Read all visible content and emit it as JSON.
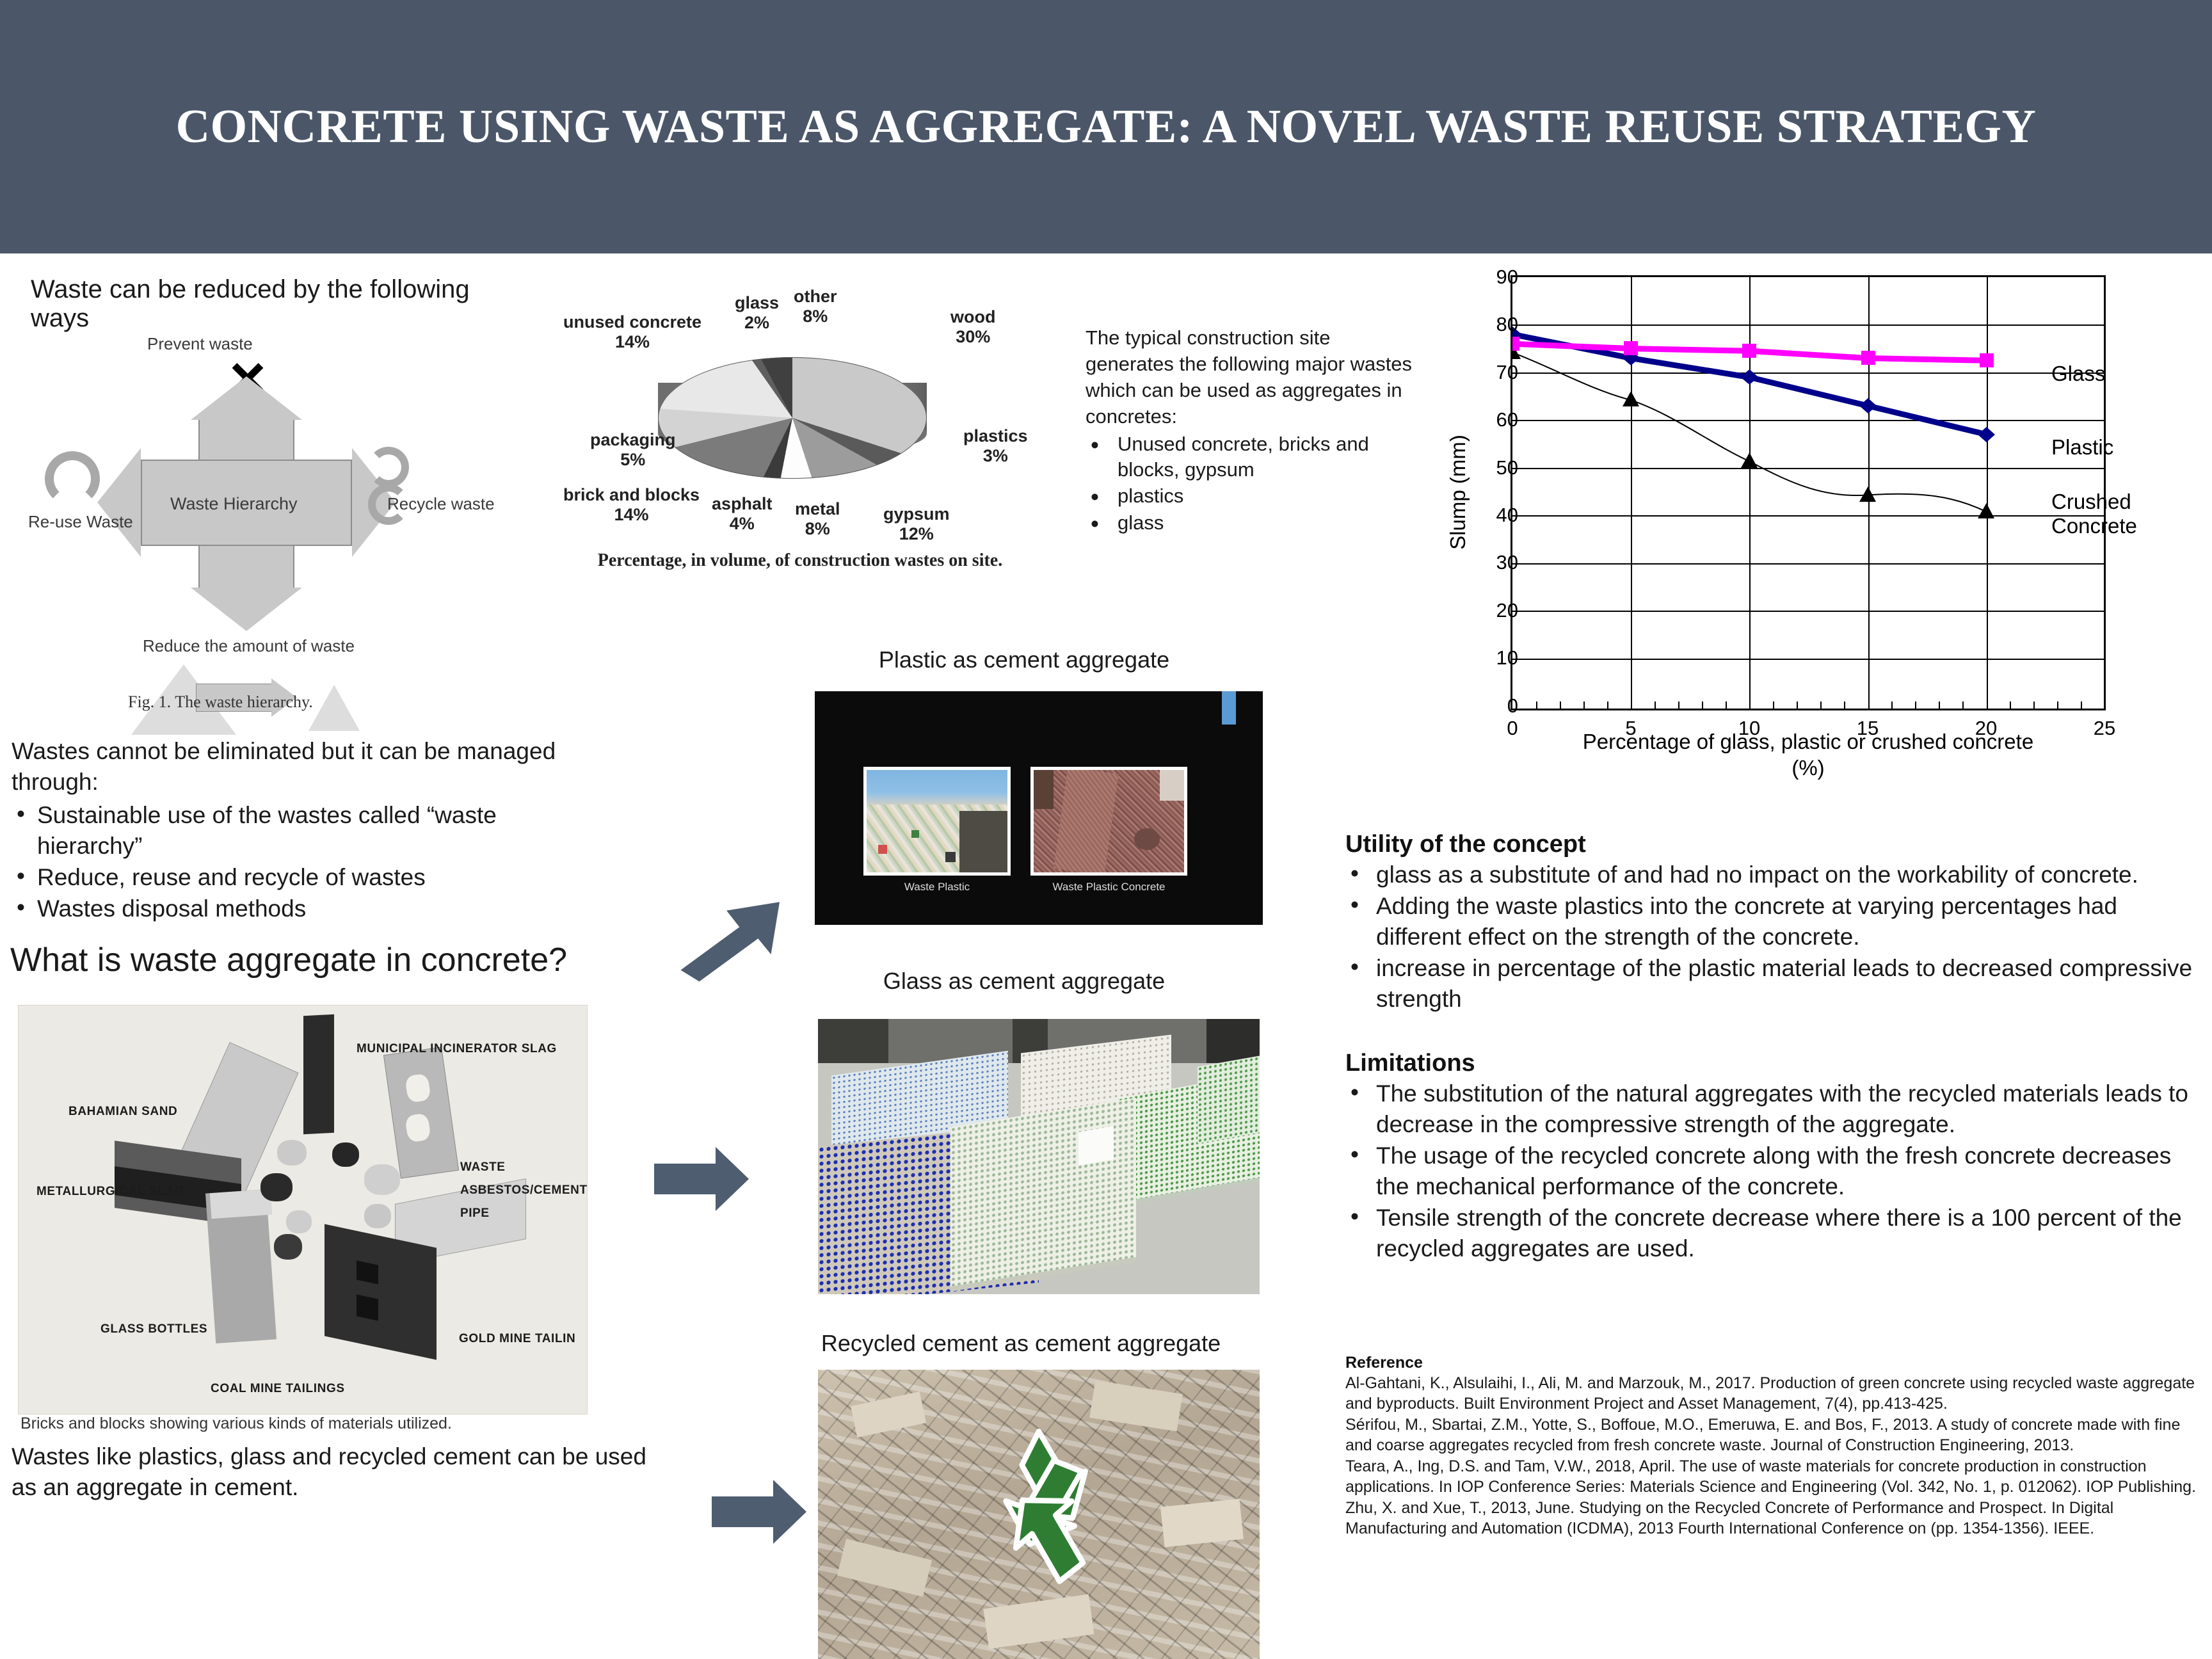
{
  "header": {
    "title": "CONCRETE USING WASTE AS AGGREGATE: A NOVEL WASTE REUSE STRATEGY",
    "bg": "#4b5769"
  },
  "left": {
    "waste_reduce_title": "Waste can be reduced by the following  ways",
    "hierarchy_figure": {
      "center": "Waste  Hierarchy",
      "top": "Prevent waste",
      "left": "Re-use Waste",
      "right": "Recycle waste",
      "bottom": "Reduce the amount of waste",
      "caption": "Fig. 1.  The waste hierarchy."
    },
    "managed_intro": "Wastes cannot be eliminated but it can be managed through:",
    "managed_bullets": [
      "Sustainable use of the wastes called “waste hierarchy”",
      "Reduce, reuse and recycle of wastes",
      "Wastes disposal methods"
    ],
    "question_heading": "What is waste aggregate in concrete?",
    "bricks_figure": {
      "labels": [
        "MUNICIPAL INCINERATOR SLAG",
        "BAHAMIAN SAND",
        "METALLURGICAL SLAG",
        "WASTE",
        "ASBESTOS/CEMENT",
        "PIPE",
        "GLASS BOTTLES",
        "COAL MINE TAILINGS",
        "GOLD MINE TAILIN"
      ],
      "caption": "Bricks and blocks showing various kinds of materials utilized."
    },
    "closing_text": "Wastes like plastics, glass and recycled cement can be used as an aggregate in cement."
  },
  "pie": {
    "caption": "Percentage, in volume, of construction wastes on site."
  },
  "site_text": {
    "intro": "The typical construction site generates the following major wastes which can be used as aggregates in concretes:",
    "bullets": [
      "Unused concrete, bricks and blocks, gypsum",
      "plastics",
      "glass"
    ]
  },
  "center": {
    "plastic_title": "Plastic as cement aggregate",
    "plastic_caption_left": "Waste Plastic",
    "plastic_caption_right": "Waste Plastic Concrete",
    "glass_title": "Glass as cement aggregate",
    "recycled_title": "Recycled cement as cement aggregate"
  },
  "right": {
    "utility_heading": "Utility of the concept",
    "utility_bullets": [
      "glass as a substitute of and had no impact on the workability of concrete.",
      "Adding the waste plastics into the concrete at varying percentages had different effect on the strength of the concrete.",
      "increase in percentage of the plastic material leads to decreased compressive strength"
    ],
    "limitations_heading": "Limitations",
    "limitations_bullets": [
      "The substitution of the natural aggregates with the recycled materials leads to decrease in the compressive strength of the aggregate.",
      "The usage of the recycled concrete along with the fresh concrete decreases the mechanical performance of the concrete.",
      "Tensile strength of the concrete decrease where there is a 100 percent of the recycled aggregates are used."
    ],
    "reference_heading": "Reference",
    "references": [
      "Al-Gahtani, K., Alsulaihi, I., Ali, M. and Marzouk, M., 2017. Production of green concrete using recycled waste aggregate and byproducts. Built Environment Project and Asset Management, 7(4), pp.413-425.",
      "Sérifou, M., Sbartai, Z.M., Yotte, S., Boffoue, M.O., Emeruwa, E. and Bos, F., 2013. A study of concrete made with fine and coarse aggregates recycled from fresh concrete waste. Journal of Construction Engineering, 2013.",
      "Teara, A., Ing, D.S. and Tam, V.W., 2018, April. The use of waste materials for concrete production in construction applications. In IOP Conference Series: Materials Science and Engineering (Vol. 342, No. 1, p. 012062). IOP Publishing.",
      "Zhu, X. and Xue, T., 2013, June. Studying on the Recycled Concrete of Performance and Prospect. In Digital Manufacturing and Automation (ICDMA), 2013 Fourth International Conference on (pp. 1354-1356). IEEE."
    ]
  },
  "chart_data": [
    {
      "type": "pie",
      "title": "Percentage, in volume, of construction wastes on site.",
      "labels": [
        "wood",
        "plastics",
        "gypsum",
        "metal",
        "asphalt",
        "brick and blocks",
        "packaging",
        "unused concrete",
        "glass",
        "other"
      ],
      "values": [
        30,
        3,
        12,
        8,
        4,
        14,
        5,
        14,
        2,
        8
      ],
      "value_suffix": "%",
      "legend": "inline-labels",
      "grid": false
    },
    {
      "type": "line",
      "title": "",
      "xlabel": "Percentage of glass, plastic or crushed concrete (%)",
      "ylabel": "Slump (mm)",
      "x": [
        0,
        5,
        10,
        15,
        20
      ],
      "xlim": [
        0,
        25
      ],
      "ylim": [
        0,
        90
      ],
      "xticks": [
        0,
        5,
        10,
        15,
        20,
        25
      ],
      "yticks": [
        0,
        10,
        20,
        30,
        40,
        50,
        60,
        70,
        80,
        90
      ],
      "grid": true,
      "legend": "right-inline",
      "series": [
        {
          "name": "Glass",
          "values": [
            76,
            75,
            74.5,
            73,
            72.5
          ],
          "color": "#ff00ff",
          "marker": "square"
        },
        {
          "name": "Plastic",
          "values": [
            78,
            73,
            69,
            63,
            57
          ],
          "color": "#00008b",
          "marker": "diamond"
        },
        {
          "name": "Crushed Concrete",
          "values": [
            74.5,
            65,
            51.5,
            44.5,
            41
          ],
          "color": "#000000",
          "marker": "triangle"
        }
      ]
    }
  ]
}
